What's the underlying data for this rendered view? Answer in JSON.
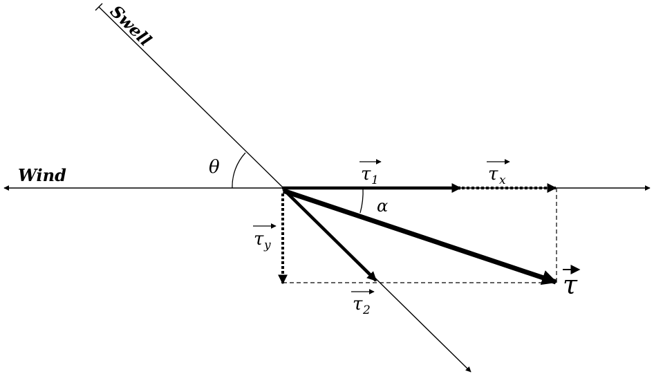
{
  "diagram": {
    "axis_labels": {
      "wind": "Wind",
      "swell": "Swell"
    },
    "angle_labels": {
      "theta": "θ",
      "alpha": "α"
    },
    "vector_labels": {
      "tau1": {
        "symbol": "τ",
        "subscript": "1"
      },
      "tau2": {
        "symbol": "τ",
        "subscript": "2"
      },
      "taux": {
        "symbol": "τ",
        "subscript": "x"
      },
      "tauy": {
        "symbol": "τ",
        "subscript": "y"
      },
      "tau": {
        "symbol": "τ",
        "subscript": ""
      }
    },
    "colors": {
      "ink": "#000000",
      "background": "#ffffff"
    }
  }
}
